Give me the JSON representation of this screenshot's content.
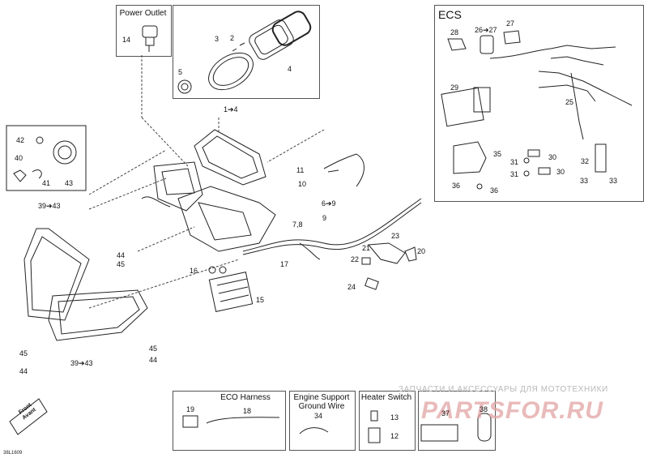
{
  "boxes": {
    "power_outlet": "Power Outlet",
    "ecs": "ECS",
    "eco_harness": "ECO Harness",
    "engine_support": "Engine Support\nGround Wire",
    "heater_switch": "Heater Switch"
  },
  "labels": {
    "l14": "14",
    "l3": "3",
    "l2": "2",
    "l5": "5",
    "l4": "4",
    "l1_4": "1➔4",
    "l42": "42",
    "l40": "40",
    "l41": "41",
    "l43": "43",
    "l39_43a": "39➔43",
    "l44a": "44",
    "l45a": "45",
    "l11": "11",
    "l10": "10",
    "l6_9": "6➔9",
    "l7_8": "7,8",
    "l9": "9",
    "l16": "16",
    "l15": "15",
    "l17": "17",
    "l21": "21",
    "l23": "23",
    "l22": "22",
    "l20": "20",
    "l24": "24",
    "l45b": "45",
    "l39_43b": "39➔43",
    "l44b": "44",
    "l44c": "44",
    "l45c": "45",
    "l28": "28",
    "l26_27": "26➔27",
    "l27": "27",
    "l29": "29",
    "l25": "25",
    "l35": "35",
    "l30a": "30",
    "l31a": "31",
    "l31b": "31",
    "l30b": "30",
    "l32": "32",
    "l36a": "36",
    "l36b": "36",
    "l33a": "33",
    "l33b": "33",
    "l19": "19",
    "l18": "18",
    "l34": "34",
    "l13": "13",
    "l12": "12",
    "l37": "37",
    "l38": "38"
  },
  "watermark": {
    "line1": "ЗАПЧАСТИ И АКСЕССУАРЫ ДЛЯ МОТОТЕХНИКИ",
    "line2": "PARTSFOR.RU"
  },
  "front_marker": "Front\nAvant",
  "drawing_code": "38L1609"
}
